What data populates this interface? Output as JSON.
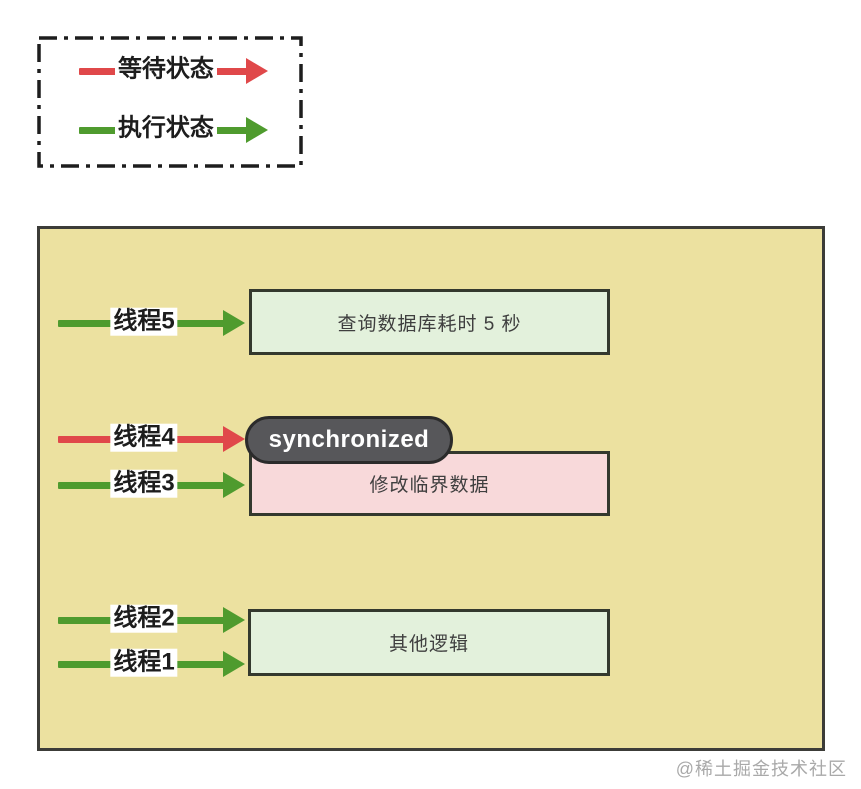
{
  "colors": {
    "red": "#e0484a",
    "green": "#4f9b2e",
    "canvas_bg": "#ece1a0",
    "canvas_border": "#3c3c38",
    "task_box_bg": "#e3f1dc",
    "critical_box_bg": "#f8d9da",
    "pill_bg": "#57575a",
    "pill_border": "#2b2b2b",
    "box_border": "#34392e",
    "legend_border": "#1d1d1d",
    "label_text": "#1d1d1d",
    "box_text": "#3f3f3f",
    "watermark_text": "#a9a9a9",
    "page_bg": "#ffffff"
  },
  "legend": {
    "waiting": {
      "label": "等待状态",
      "state_color": "#e0484a"
    },
    "executing": {
      "label": "执行状态",
      "state_color": "#4f9b2e"
    }
  },
  "threads": {
    "t5": {
      "label": "线程5",
      "state": "executing"
    },
    "t4": {
      "label": "线程4",
      "state": "waiting"
    },
    "t3": {
      "label": "线程3",
      "state": "executing"
    },
    "t2": {
      "label": "线程2",
      "state": "executing"
    },
    "t1": {
      "label": "线程1",
      "state": "executing"
    }
  },
  "boxes": {
    "query_db": "查询数据库耗时 5 秒",
    "synchronized_pill": "synchronized",
    "critical_section": "修改临界数据",
    "other_logic": "其他逻辑"
  },
  "watermark": "@稀土掘金技术社区"
}
